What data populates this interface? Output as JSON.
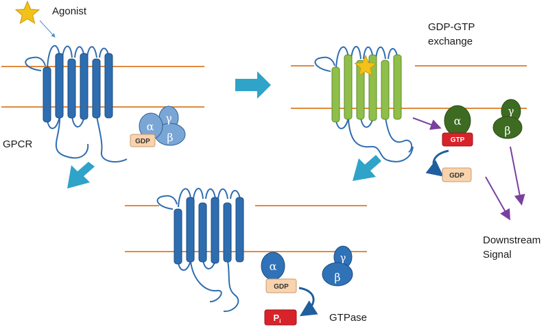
{
  "labels": {
    "agonist": "Agonist",
    "gpcr": "GPCR",
    "exchange_line1": "GDP-GTP",
    "exchange_line2": "exchange",
    "downstream_line1": "Downstream",
    "downstream_line2": "Signal",
    "gtpase": "GTPase"
  },
  "subunits": {
    "alpha": "α",
    "beta": "β",
    "gamma": "γ"
  },
  "tags": {
    "gdp": "GDP",
    "gtp": "GTP",
    "pi": "P",
    "pi_sub": "i"
  },
  "colors": {
    "membrane": "#e08a3c",
    "receptor_inactive": "#2e6db0",
    "receptor_active": "#8fbf4a",
    "g_alpha_blue": "#2f72b8",
    "g_light": "#7aa6d6",
    "g_green": "#3d6b22",
    "gdp_fill": "#f9d3ad",
    "gtp_fill": "#d8232a",
    "arrow_teal": "#2fa3c8",
    "arrow_purple": "#7a3fa0",
    "star": "#f3c21a"
  }
}
